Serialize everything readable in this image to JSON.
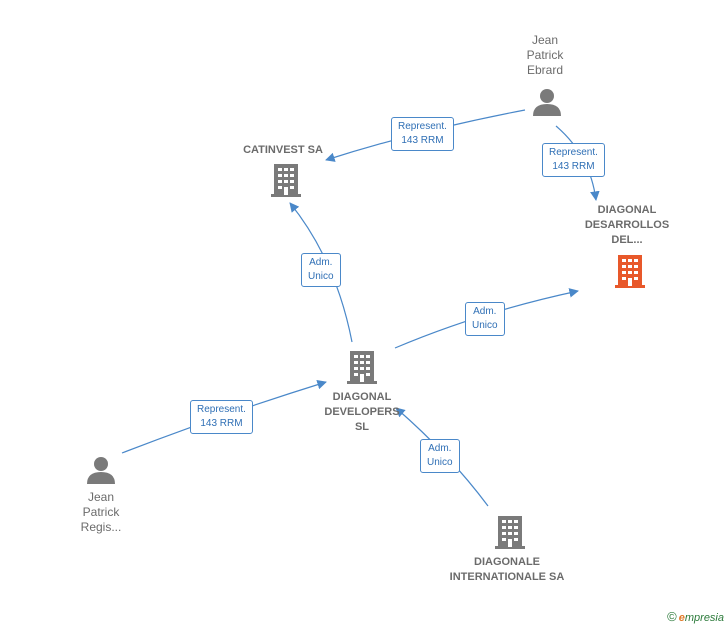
{
  "colors": {
    "edge": "#4a88c9",
    "node": "#7a7a7a",
    "highlight": "#e8582a"
  },
  "nodes": {
    "jean_patrick_ebrard": {
      "lines": [
        "Jean",
        "Patrick",
        "Ebrard"
      ],
      "icon": "person-icon"
    },
    "catinvest": {
      "lines": [
        "CATINVEST SA"
      ],
      "icon": "building-icon"
    },
    "diagonal_desarrollos": {
      "lines": [
        "DIAGONAL",
        "DESARROLLOS",
        "DEL..."
      ],
      "icon": "building-icon"
    },
    "diagonal_developers": {
      "lines": [
        "DIAGONAL",
        "DEVELOPERS",
        "SL"
      ],
      "icon": "building-icon"
    },
    "jean_patrick_regis": {
      "lines": [
        "Jean",
        "Patrick",
        "Regis..."
      ],
      "icon": "person-icon"
    },
    "diagonale_internationale": {
      "lines": [
        "DIAGONALE",
        "INTERNATIONALE SA"
      ],
      "icon": "building-icon"
    }
  },
  "edges": [
    {
      "label": [
        "Represent.",
        "143 RRM"
      ]
    },
    {
      "label": [
        "Represent.",
        "143 RRM"
      ]
    },
    {
      "label": [
        "Adm.",
        "Unico"
      ]
    },
    {
      "label": [
        "Adm.",
        "Unico"
      ]
    },
    {
      "label": [
        "Represent.",
        "143 RRM"
      ]
    },
    {
      "label": [
        "Adm.",
        "Unico"
      ]
    }
  ],
  "footer": {
    "copyright": "©",
    "brand_first": "e",
    "brand_rest": "mpresia"
  }
}
